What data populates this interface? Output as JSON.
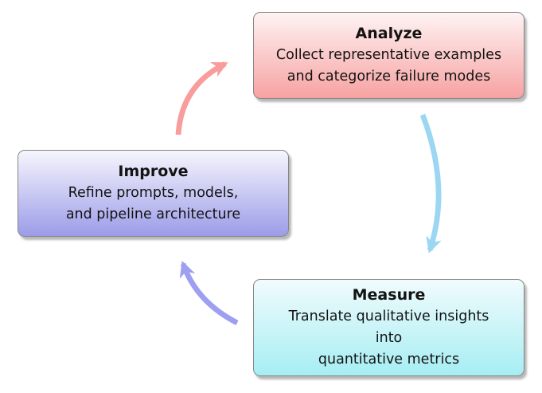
{
  "diagram": {
    "background_color": "#ffffff",
    "node_border_color": "#868686",
    "nodes": [
      {
        "id": "analyze",
        "title": "Analyze",
        "lines": [
          "Collect representative examples",
          "and categorize failure modes"
        ],
        "gradient_top": "#fef3f3",
        "gradient_bottom": "#f7a2a2"
      },
      {
        "id": "improve",
        "title": "Improve",
        "lines": [
          "Refine prompts, models,",
          "and pipeline architecture"
        ],
        "gradient_top": "#f6f6fd",
        "gradient_bottom": "#9c9ce9"
      },
      {
        "id": "measure",
        "title": "Measure",
        "lines": [
          "Translate qualitative insights",
          "into",
          "quantitative metrics"
        ],
        "gradient_top": "#f1fbfd",
        "gradient_bottom": "#a6eef3"
      }
    ],
    "arrows": [
      {
        "id": "improve-to-analyze",
        "from": "Improve",
        "to": "Analyze",
        "color": "#f89c9c"
      },
      {
        "id": "analyze-to-measure",
        "from": "Analyze",
        "to": "Measure",
        "color": "#9bd7f2"
      },
      {
        "id": "measure-to-improve",
        "from": "Measure",
        "to": "Improve",
        "color": "#9e9ef2"
      }
    ]
  }
}
